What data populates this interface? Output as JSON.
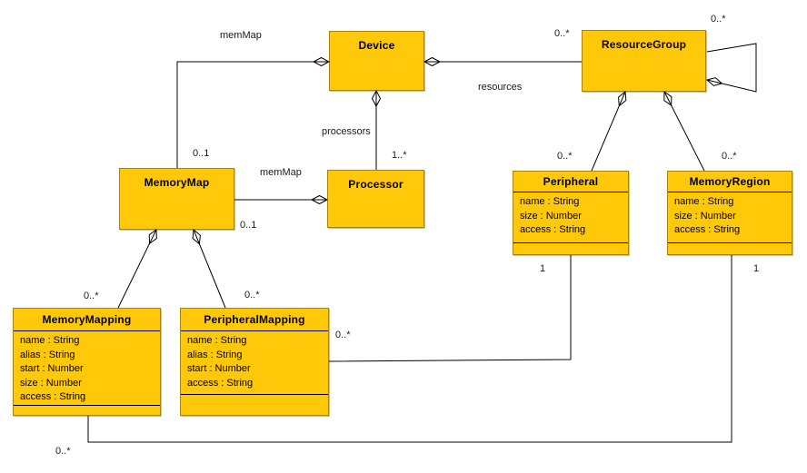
{
  "diagram": {
    "type": "uml-class-diagram",
    "classes": {
      "device": {
        "name": "Device",
        "attributes": []
      },
      "resource_group": {
        "name": "ResourceGroup",
        "attributes": []
      },
      "memory_map": {
        "name": "MemoryMap",
        "attributes": []
      },
      "processor": {
        "name": "Processor",
        "attributes": []
      },
      "peripheral": {
        "name": "Peripheral",
        "attributes": [
          "name : String",
          "size : Number",
          "access : String"
        ]
      },
      "memory_region": {
        "name": "MemoryRegion",
        "attributes": [
          "name : String",
          "size : Number",
          "access : String"
        ]
      },
      "memory_mapping": {
        "name": "MemoryMapping",
        "attributes": [
          "name : String",
          "alias : String",
          "start : Number",
          "size : Number",
          "access : String"
        ]
      },
      "peripheral_mapping": {
        "name": "PeripheralMapping",
        "attributes": [
          "name : String",
          "alias : String",
          "start : Number",
          "access : String"
        ]
      }
    },
    "labels": {
      "device_memMap_role": "memMap",
      "device_memMap_mult": "0..1",
      "device_resources_role": "resources",
      "device_resources_mult": "0..*",
      "resourcegroup_self_mult": "0..*",
      "device_processors_role": "processors",
      "device_processors_mult": "1..*",
      "processor_memMap_role": "memMap",
      "processor_memMap_mult": "0..1",
      "resourcegroup_peripheral_mult": "0..*",
      "resourcegroup_memoryregion_mult": "0..*",
      "memorymap_memorymapping_mult": "0..*",
      "memorymap_peripheralmapping_mult": "0..*",
      "peripheralmapping_peripheral_mult_source": "0..*",
      "peripheralmapping_peripheral_mult_target": "1",
      "memorymapping_memoryregion_mult_source": "0..*",
      "memorymapping_memoryregion_mult_target": "1"
    },
    "relationships": [
      {
        "from": "Device",
        "to": "MemoryMap",
        "type": "composition",
        "role": "memMap",
        "multiplicity": "0..1"
      },
      {
        "from": "Device",
        "to": "ResourceGroup",
        "type": "composition",
        "role": "resources",
        "multiplicity": "0..*"
      },
      {
        "from": "ResourceGroup",
        "to": "ResourceGroup",
        "type": "composition",
        "multiplicity": "0..*"
      },
      {
        "from": "Device",
        "to": "Processor",
        "type": "composition",
        "role": "processors",
        "multiplicity": "1..*"
      },
      {
        "from": "Processor",
        "to": "MemoryMap",
        "type": "composition",
        "role": "memMap",
        "multiplicity": "0..1"
      },
      {
        "from": "ResourceGroup",
        "to": "Peripheral",
        "type": "composition",
        "multiplicity": "0..*"
      },
      {
        "from": "ResourceGroup",
        "to": "MemoryRegion",
        "type": "composition",
        "multiplicity": "0..*"
      },
      {
        "from": "MemoryMap",
        "to": "MemoryMapping",
        "type": "composition",
        "multiplicity": "0..*"
      },
      {
        "from": "MemoryMap",
        "to": "PeripheralMapping",
        "type": "composition",
        "multiplicity": "0..*"
      },
      {
        "from": "PeripheralMapping",
        "to": "Peripheral",
        "type": "association",
        "source_mult": "0..*",
        "target_mult": "1"
      },
      {
        "from": "MemoryMapping",
        "to": "MemoryRegion",
        "type": "association",
        "source_mult": "0..*",
        "target_mult": "1"
      }
    ],
    "colors": {
      "class_fill": "#FFC808",
      "class_border": "#A98307",
      "line": "#000000",
      "background": "#FFFFFF"
    }
  }
}
